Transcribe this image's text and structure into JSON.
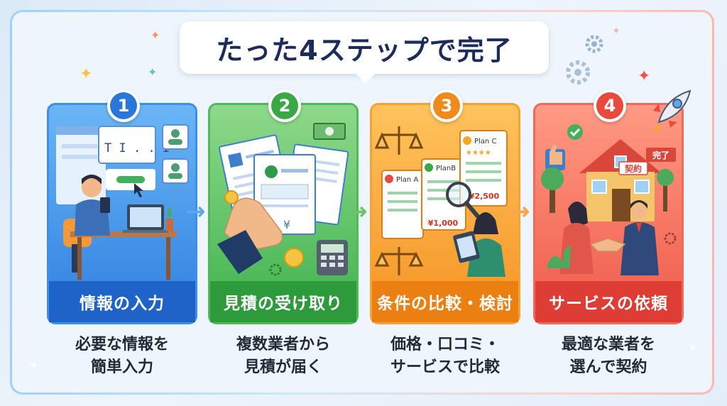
{
  "title": "たった4ステップで完了",
  "steps": [
    {
      "number": "1",
      "label": "情報の入力",
      "desc_line1": "必要な情報を",
      "desc_line2": "簡単入力",
      "illustration_text": "T I . . I"
    },
    {
      "number": "2",
      "label": "見積の受け取り",
      "desc_line1": "複数業者から",
      "desc_line2": "見積が届く",
      "currency": "¥"
    },
    {
      "number": "3",
      "label": "条件の比較・検討",
      "desc_line1": "価格・口コミ・",
      "desc_line2": "サービスで比較",
      "plan_a": "Plan A",
      "plan_b": "PlanB",
      "plan_c": "Plan C",
      "price_1": "¥1,000",
      "price_2": "¥2,500"
    },
    {
      "number": "4",
      "label": "サービスの依頼",
      "desc_line1": "最適な業者を",
      "desc_line2": "選んで契約",
      "tag_contract": "契約",
      "tag_done": "完了"
    }
  ],
  "colors": {
    "step1": "#2f7fe0",
    "step2": "#3fb24e",
    "step3": "#f59324",
    "step4": "#ef5a49",
    "title": "#1b2c5c"
  },
  "icons": [
    "gear-icon",
    "sparkle-icon",
    "rocket-icon",
    "magnifier-icon",
    "calculator-icon",
    "thumbs-up-icon",
    "house-icon",
    "handshake-icon",
    "scale-icon",
    "laptop-icon"
  ]
}
